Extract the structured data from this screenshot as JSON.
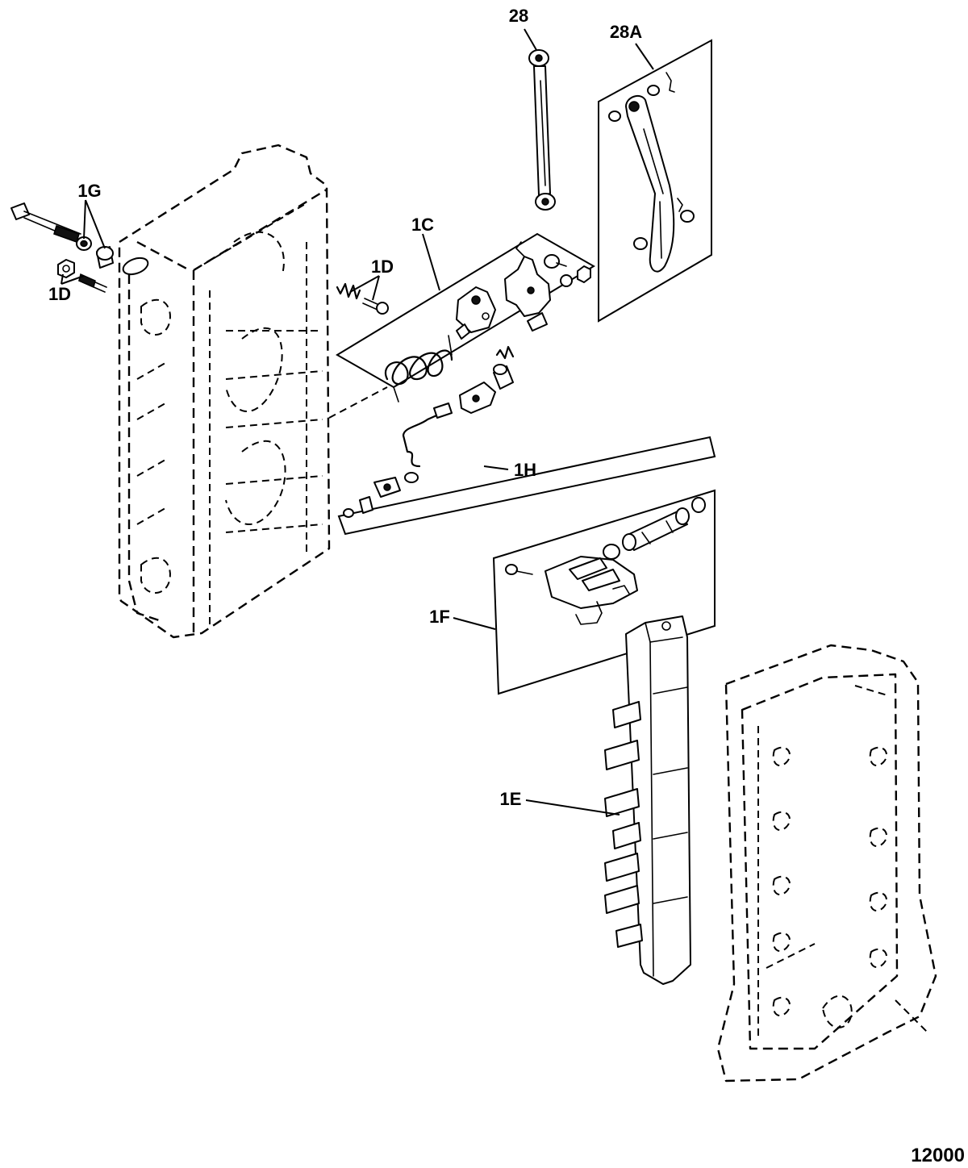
{
  "labels": {
    "l28": "28",
    "l28a": "28A",
    "l1g": "1G",
    "l1d_top": "1D",
    "l1d_left": "1D",
    "l1c": "1C",
    "l1h": "1H",
    "l1f": "1F",
    "l1e": "1E"
  },
  "figure_number": "12000"
}
